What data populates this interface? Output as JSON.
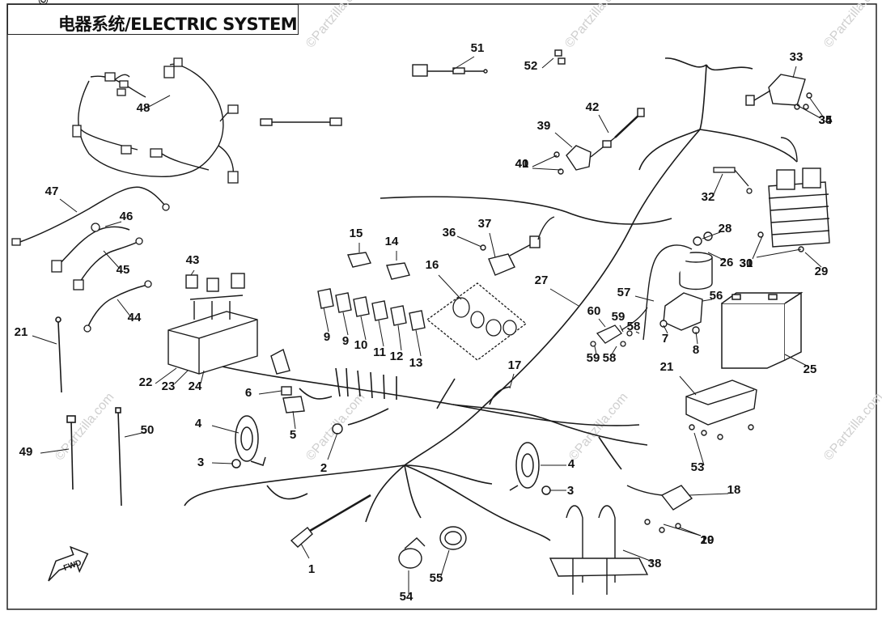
{
  "header": {
    "title": "电器系统/ELECTRIC SYSTEM",
    "copyright": "©Partzilla"
  },
  "watermark": "©Partzilla.com",
  "fwd_label": "FWD",
  "callouts": [
    "1",
    "2",
    "3",
    "3",
    "4",
    "4",
    "5",
    "6",
    "7",
    "8",
    "9",
    "9",
    "10",
    "11",
    "12",
    "13",
    "14",
    "15",
    "16",
    "17",
    "18",
    "19",
    "20",
    "21",
    "21",
    "22",
    "23",
    "24",
    "25",
    "26",
    "27",
    "28",
    "29",
    "30",
    "31",
    "32",
    "33",
    "34",
    "35",
    "36",
    "37",
    "38",
    "39",
    "40",
    "41",
    "42",
    "43",
    "44",
    "45",
    "46",
    "47",
    "48",
    "49",
    "50",
    "51",
    "52",
    "53",
    "54",
    "55",
    "56",
    "57",
    "58",
    "58",
    "59",
    "59",
    "60"
  ],
  "colors": {
    "line": "#1a1a1a",
    "background": "#ffffff",
    "watermark": "#cfcfcf"
  }
}
